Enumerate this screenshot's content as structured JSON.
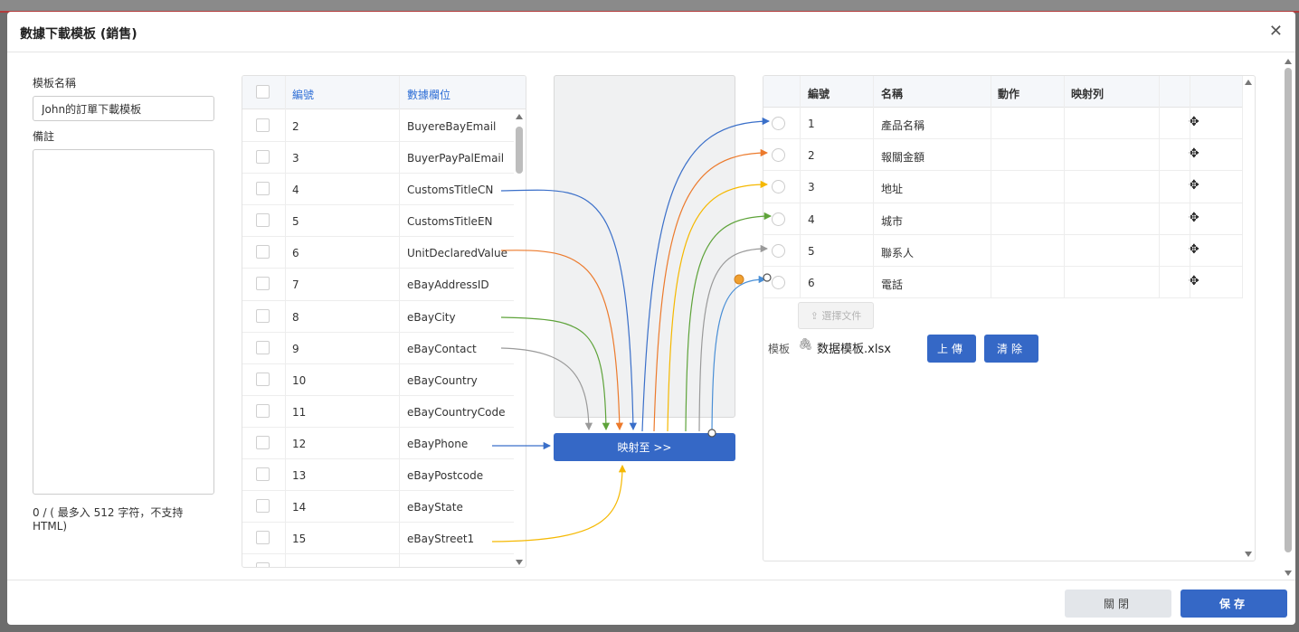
{
  "dialog": {
    "title": "數據下載模板 (銷售)"
  },
  "form": {
    "name_label": "模板名稱",
    "name_value": "John的訂單下載模板",
    "remark_label": "備註",
    "char_count": "0 / ( 最多入 512 字符，不支持 HTML)"
  },
  "source": {
    "col_num": "編號",
    "col_field": "數據欄位",
    "rows": [
      {
        "num": "2",
        "field": "BuyereBayEmail"
      },
      {
        "num": "3",
        "field": "BuyerPayPalEmail"
      },
      {
        "num": "4",
        "field": "CustomsTitleCN"
      },
      {
        "num": "5",
        "field": "CustomsTitleEN"
      },
      {
        "num": "6",
        "field": "UnitDeclaredValue"
      },
      {
        "num": "7",
        "field": "eBayAddressID"
      },
      {
        "num": "8",
        "field": "eBayCity"
      },
      {
        "num": "9",
        "field": "eBayContact"
      },
      {
        "num": "10",
        "field": "eBayCountry"
      },
      {
        "num": "11",
        "field": "eBayCountryCode"
      },
      {
        "num": "12",
        "field": "eBayPhone"
      },
      {
        "num": "13",
        "field": "eBayPostcode"
      },
      {
        "num": "14",
        "field": "eBayState"
      },
      {
        "num": "15",
        "field": "eBayStreet1"
      }
    ]
  },
  "mapping": {
    "button_label": "映射至 >>"
  },
  "target": {
    "col_num": "編號",
    "col_name": "名稱",
    "col_action": "動作",
    "col_map": "映射列",
    "rows": [
      {
        "num": "1",
        "name": "產品名稱"
      },
      {
        "num": "2",
        "name": "報關金額"
      },
      {
        "num": "3",
        "name": "地址"
      },
      {
        "num": "4",
        "name": "城市"
      },
      {
        "num": "5",
        "name": "聯系人"
      },
      {
        "num": "6",
        "name": "電話"
      }
    ]
  },
  "file": {
    "choose_label": "選擇文件",
    "template_label": "模板",
    "file_name": "数据模板.xlsx",
    "upload_label": "上傳",
    "clear_label": "清除"
  },
  "footer": {
    "close_label": "關閉",
    "save_label": "保存"
  },
  "colors": {
    "primary": "#3568c6",
    "link_blue": "#3a6fc9",
    "link_orange": "#ec7a2c",
    "link_yellow": "#f5b800",
    "link_green": "#5ea33a",
    "link_gray": "#9a9a9a",
    "link_lightblue": "#4a8fd6"
  }
}
